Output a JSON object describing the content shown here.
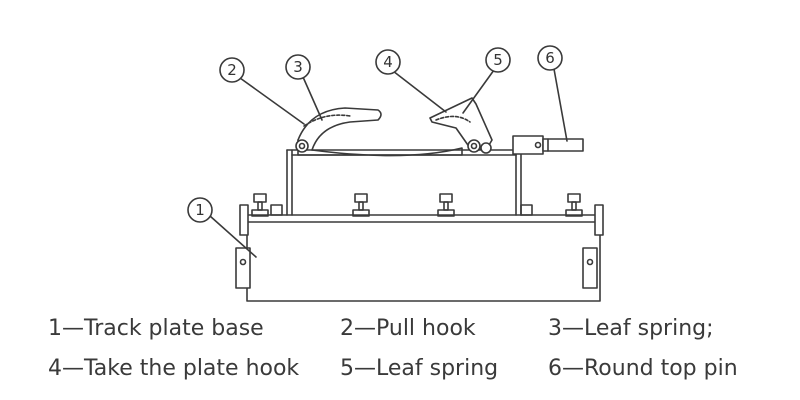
{
  "callouts": [
    "1",
    "2",
    "3",
    "4",
    "5",
    "6"
  ],
  "legend": {
    "row1": [
      {
        "num": "1",
        "text": "1—Track plate base"
      },
      {
        "num": "2",
        "text": "2—Pull hook"
      },
      {
        "num": "3",
        "text": "3—Leaf spring;"
      }
    ],
    "row2": [
      {
        "num": "4",
        "text": "4—Take the plate hook"
      },
      {
        "num": "5",
        "text": "5—Leaf spring"
      },
      {
        "num": "6",
        "text": "6—Round top pin"
      }
    ]
  },
  "colors": {
    "line": "#3a3a3a",
    "text": "#3a3a3a",
    "background": "#ffffff"
  }
}
